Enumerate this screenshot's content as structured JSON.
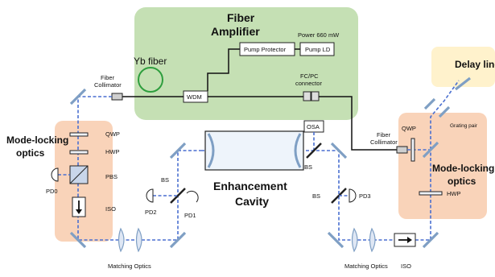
{
  "title": "Fiber Amplifier",
  "labels": {
    "power": "Power 660 mW",
    "pump_protector": "Pump Protector",
    "pump_ld": "Pump LD",
    "yb_fiber": "Yb fiber",
    "wdm": "WDM",
    "fcpc": "FC/PC connector",
    "fiber_collimator_left": "Fiber Collimator",
    "fiber_collimator_right": "Fiber Collimator",
    "delay_line": "Delay line",
    "grating_pair": "Grating pair",
    "mode_locking_left": "Mode-locking optics",
    "mode_locking_right": "Mode-locking optics",
    "qwp_left": "QWP",
    "hwp_left": "HWP",
    "pbs": "PBS",
    "pd0": "PD0",
    "iso_left": "ISO",
    "bs_left": "BS",
    "pd2": "PD2",
    "pd1": "PD1",
    "enhancement_cavity": "Enhancement Cavity",
    "osa": "OSA",
    "bs_right_top": "BS",
    "bs_right_bottom": "BS",
    "pd3": "PD3",
    "qwp_right": "QWP",
    "hwp_right": "HWP",
    "matching_left": "Matching Optics",
    "matching_right": "Matching Optics",
    "iso_right": "ISO"
  },
  "colors": {
    "amplifier_bg": "#c5e0b4",
    "mode_locking_bg": "#f8cbad",
    "delay_bg": "#fff2cc",
    "beam": "#4a6fd0",
    "yb_coil": "#2e9e3e",
    "mirror": "#7f9fc4"
  }
}
